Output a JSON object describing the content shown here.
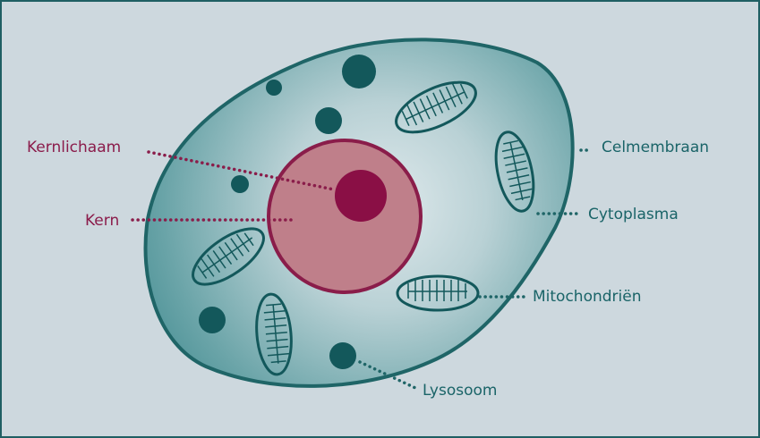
{
  "colors": {
    "background": "#cdd8de",
    "border": "#1f5f63",
    "membrane": "#1f6567",
    "cytoplasm_center": "#d6e2e6",
    "cytoplasm_edge": "#4e9499",
    "nucleus_fill": "#bf7f8a",
    "nucleus_stroke": "#8a1d4a",
    "nucleolus": "#8a0f45",
    "organelle": "#13585b",
    "teal_label": "#1a6468",
    "red_label": "#8b1c4b"
  },
  "labels": {
    "kernlichaam": "Kernlichaam",
    "kern": "Kern",
    "celmembraan": "Celmembraan",
    "cytoplasma": "Cytoplasma",
    "mitochondrien": "Mitochondriën",
    "lysosoom": "Lysosoom"
  }
}
